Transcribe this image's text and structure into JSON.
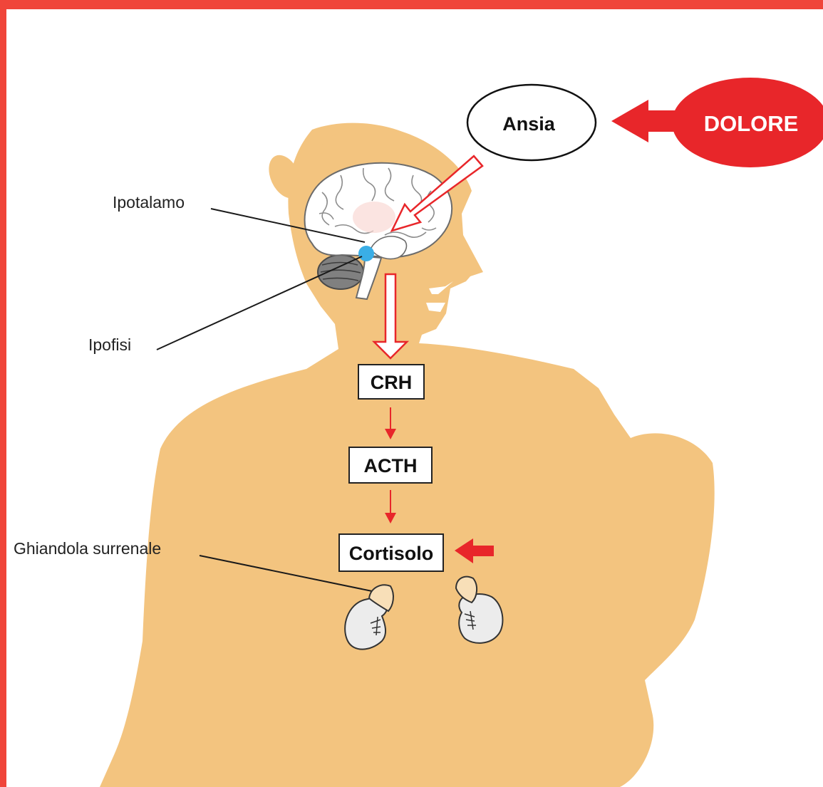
{
  "colors": {
    "frame": "#f0453a",
    "body": "#f3c47f",
    "accent_red": "#e8262a",
    "pituitary": "#3aaee6",
    "line": "#1a1a1a"
  },
  "labels": {
    "hypothalamus": "Ipotalamo",
    "pituitary": "Ipofisi",
    "adrenal": "Ghiandola surrenale"
  },
  "nodes": {
    "anxiety": "Ansia",
    "pain": "DOLORE",
    "crh": "CRH",
    "acth": "ACTH",
    "cortisol": "Cortisolo"
  }
}
